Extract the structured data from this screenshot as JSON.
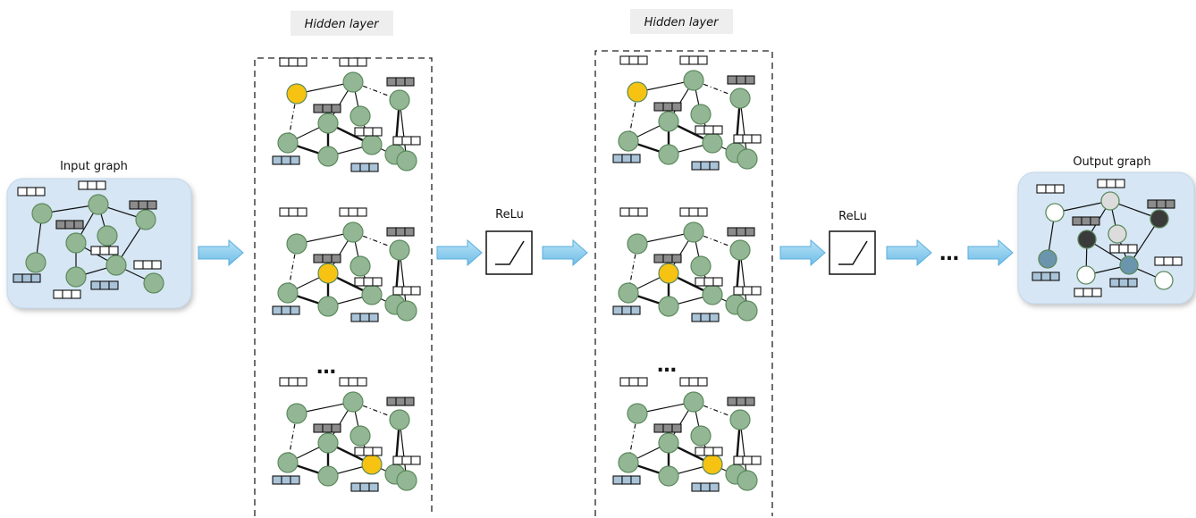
{
  "labels": {
    "input_graph": "Input graph",
    "output_graph": "Output graph",
    "hidden_layer_1": "Hidden layer",
    "hidden_layer_2": "Hidden layer",
    "relu_1": "ReLu",
    "relu_2": "ReLu",
    "ellipsis_layer_1": "…",
    "ellipsis_layer_2": "…",
    "ellipsis_chain": "…"
  },
  "colors": {
    "node_green": "#93b794",
    "node_yellow": "#f6c313",
    "node_dark": "#3a3a3a",
    "node_light_gray": "#dcdcdc",
    "node_blue": "#6b94ad",
    "node_white": "#ffffff",
    "feature_gray": "#8c8c8c",
    "feature_blue": "#a9c3d8",
    "feature_white": "#ffffff",
    "panel_blue": "#d6e6f4",
    "arrow_blue": "#8fcdee",
    "title_bg": "#eeeeee"
  }
}
